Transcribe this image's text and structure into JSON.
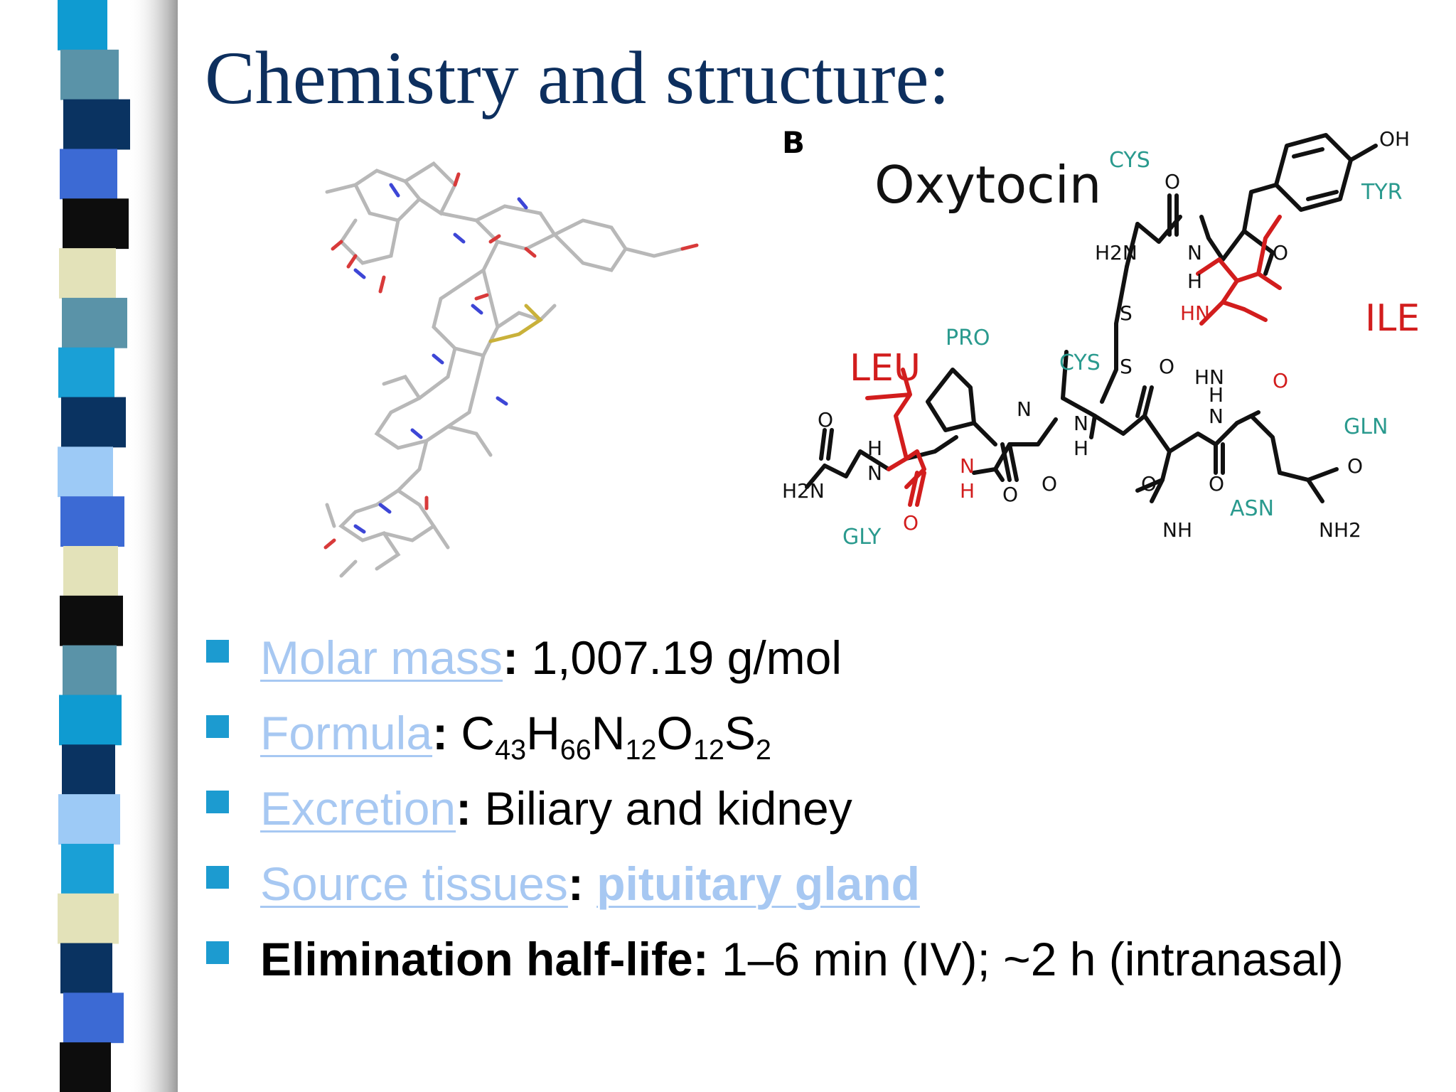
{
  "slide": {
    "title": "Chemistry and structure:",
    "accent_color": "#0d2f5e",
    "bullet_color": "#1c9bd0",
    "link_color": "#a7c8f2"
  },
  "figure": {
    "panel_label": "B",
    "molecule_name": "Oxytocin",
    "residue_labels": {
      "cys1": "CYS",
      "tyr": "TYR",
      "ile": "ILE",
      "gln": "GLN",
      "asn": "ASN",
      "cys6": "CYS",
      "pro": "PRO",
      "leu": "LEU",
      "gly": "GLY"
    },
    "atom_labels": {
      "oh": "OH",
      "h2n": "H2N",
      "o": "O",
      "n": "N",
      "h": "H",
      "hn": "HN",
      "s": "S",
      "nh": "NH",
      "nh2": "NH2"
    }
  },
  "facts": [
    {
      "label": "Molar mass",
      "separator": ":",
      "value": " 1,007.19 g/mol"
    },
    {
      "label": "Formula",
      "separator": ":",
      "formula": [
        {
          "el": "C",
          "n": "43"
        },
        {
          "el": "H",
          "n": "66"
        },
        {
          "el": "N",
          "n": "12"
        },
        {
          "el": "O",
          "n": "12"
        },
        {
          "el": "S",
          "n": "2"
        }
      ]
    },
    {
      "label": "Excretion",
      "separator": ":",
      "value": " Biliary and kidney"
    },
    {
      "label": "Source tissues",
      "separator": ":",
      "value": "pituitary gland"
    },
    {
      "label": "Elimination half-life:",
      "value": " 1–6 min (IV); ~2 h (intranasal)"
    }
  ]
}
